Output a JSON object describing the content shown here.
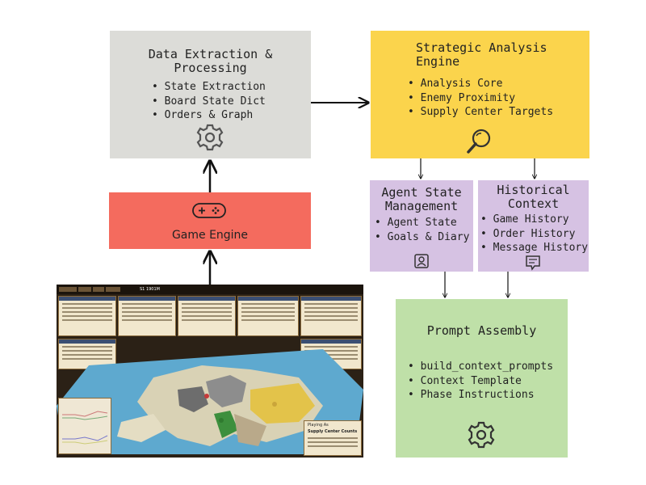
{
  "data_extraction": {
    "title": "Data Extraction & Processing",
    "items": [
      "State Extraction",
      "Board State Dict",
      "Orders & Graph"
    ],
    "icon": "gear-icon"
  },
  "strategic_analysis": {
    "title_line1": "Strategic Analysis",
    "title_line2": "Engine",
    "items": [
      "Analysis Core",
      "Enemy Proximity",
      "Supply Center Targets"
    ],
    "icon": "magnifier-icon"
  },
  "game_engine": {
    "title": "Game Engine",
    "icon": "gamepad-icon"
  },
  "agent_state": {
    "title_line1": "Agent State",
    "title_line2": "Management",
    "items": [
      "Agent State",
      "Goals & Diary"
    ],
    "icon": "person-icon"
  },
  "historical_context": {
    "title_line1": "Historical",
    "title_line2": "Context",
    "items": [
      "Game History",
      "Order History",
      "Message History"
    ],
    "icon": "message-icon"
  },
  "prompt_assembly": {
    "title": "Prompt Assembly",
    "items": [
      "build_context_prompts",
      "Context Template",
      "Phase Instructions"
    ],
    "icon": "gear-icon"
  },
  "screenshot": {
    "phase_label": "S1 1901M",
    "supply_title": "Supply Center Counts",
    "playing_as": "Playing As"
  },
  "colors": {
    "data_extraction": "#dcdcd8",
    "strategic_analysis": "#fbd44c",
    "game_engine": "#f46b5e",
    "context_boxes": "#d6c2e3",
    "prompt_assembly": "#bfe0a8"
  }
}
